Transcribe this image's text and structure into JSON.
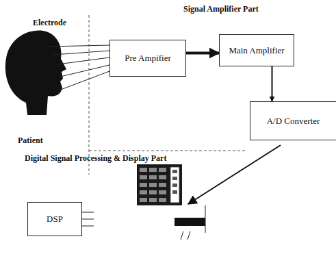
{
  "diagram": {
    "nodes": [
      {
        "text": [
          "Pre Ampifier"
        ]
      },
      {
        "text": [
          "Main Amplifier"
        ]
      },
      {
        "text": [
          "A/D Converter"
        ]
      },
      {
        "text": [
          "DSP"
        ]
      }
    ],
    "edges": [
      {
        "from": 0,
        "to": 1,
        "arrow": "to"
      },
      {
        "from": 1,
        "to": 2,
        "arrow": "to"
      }
    ],
    "labels": [
      "Signal Amplifier Part",
      "Electrode",
      "Patient",
      "Digital Signal Processing & Display Part"
    ]
  }
}
